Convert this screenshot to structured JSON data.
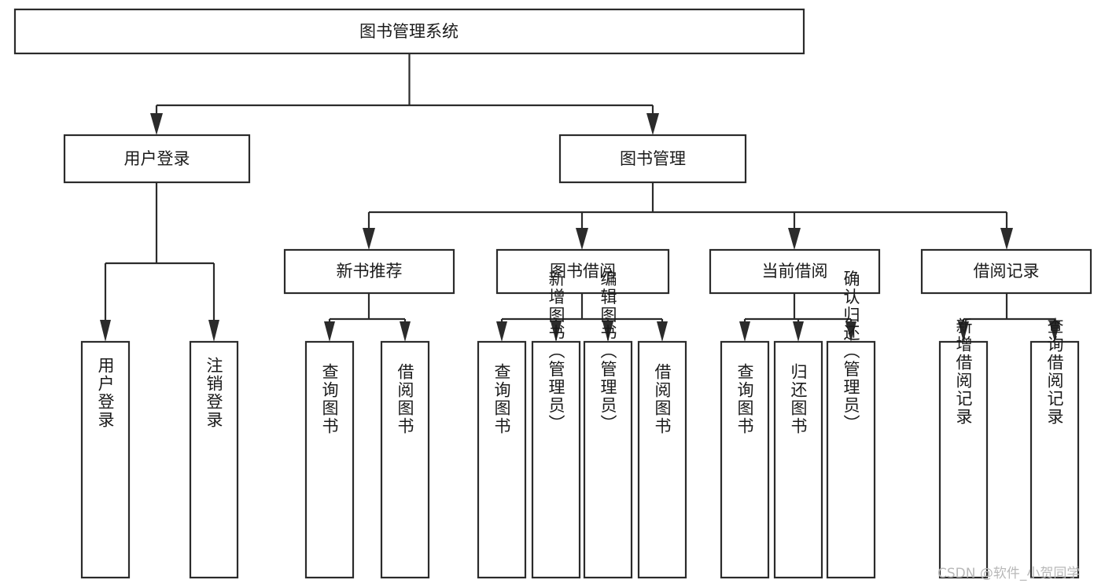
{
  "diagram": {
    "type": "tree-hierarchy",
    "title": "图书管理系统",
    "orientation": "top-down",
    "colors": {
      "stroke": "#2b2b2b",
      "box_fill": "#ffffff",
      "text": "#1a1a1a",
      "background": "#ffffff",
      "watermark": "#b8b8b8"
    },
    "levels": {
      "root_label": "图书管理系统",
      "level1": [
        {
          "label": "用户登录"
        },
        {
          "label": "图书管理"
        }
      ],
      "level2": [
        {
          "label": "新书推荐"
        },
        {
          "label": "图书借阅"
        },
        {
          "label": "当前借阅"
        },
        {
          "label": "借阅记录"
        }
      ]
    },
    "nodes": {
      "root": {
        "label": "图书管理系统"
      },
      "user_login": {
        "label": "用户登录"
      },
      "book_manage": {
        "label": "图书管理"
      },
      "new_book_rec": {
        "label": "新书推荐"
      },
      "book_borrow": {
        "label": "图书借阅"
      },
      "current_borrow": {
        "label": "当前借阅"
      },
      "borrow_record": {
        "label": "借阅记录"
      },
      "leaf_user_login": {
        "label": "用户登录"
      },
      "leaf_logout": {
        "label": "注销登录"
      },
      "leaf_query_book_1": {
        "label": "查询图书"
      },
      "leaf_borrow_book_1": {
        "label": "借阅图书"
      },
      "leaf_query_book_2": {
        "label": "查询图书"
      },
      "leaf_add_book_admin": {
        "label": "新增图书（管理员）"
      },
      "leaf_edit_book_admin": {
        "label": "编辑图书（管理员）"
      },
      "leaf_borrow_book_2": {
        "label": "借阅图书"
      },
      "leaf_query_book_3": {
        "label": "查询图书"
      },
      "leaf_return_book": {
        "label": "归还图书"
      },
      "leaf_confirm_return_admin": {
        "label": "确认归还（管理员）"
      },
      "leaf_add_borrow_record": {
        "label": "新增借阅记录"
      },
      "leaf_query_borrow_record": {
        "label": "查询借阅记录"
      }
    },
    "groups": [
      {
        "parent": "用户登录",
        "children": [
          "用户登录",
          "注销登录"
        ]
      },
      {
        "parent": "新书推荐",
        "children": [
          "查询图书",
          "借阅图书"
        ]
      },
      {
        "parent": "图书借阅",
        "children": [
          "查询图书",
          "新增图书（管理员）",
          "编辑图书（管理员）",
          "借阅图书"
        ]
      },
      {
        "parent": "当前借阅",
        "children": [
          "查询图书",
          "归还图书",
          "确认归还（管理员）"
        ]
      },
      {
        "parent": "借阅记录",
        "children": [
          "新增借阅记录",
          "查询借阅记录"
        ]
      }
    ]
  },
  "watermark": {
    "text": "CSDN @软件_小贺同学"
  }
}
